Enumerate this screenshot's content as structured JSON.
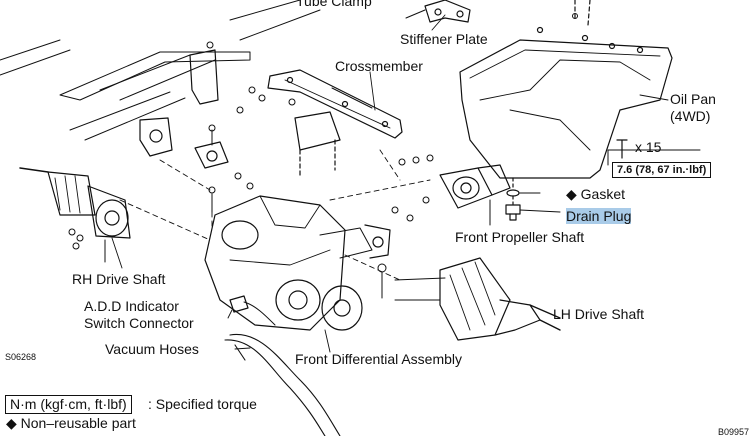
{
  "labels": {
    "tube_clamp": "Tube Clamp",
    "stiffener_plate": "Stiffener Plate",
    "crossmember": "Crossmember",
    "oil_pan_line1": "Oil Pan",
    "oil_pan_line2": "(4WD)",
    "x15": "x 15",
    "torque": "7.6 (78, 67 in.·lbf)",
    "gasket": "◆ Gasket",
    "drain_plug": "Drain Plug",
    "front_propeller_shaft": "Front Propeller Shaft",
    "rh_drive_shaft": "RH Drive Shaft",
    "add_line1": "A.D.D Indicator",
    "add_line2": "Switch Connector",
    "vacuum_hoses": "Vacuum Hoses",
    "front_diff": "Front Differential Assembly",
    "lh_drive_shaft": "LH Drive Shaft",
    "code_left": "S06268",
    "code_right": "B09957"
  },
  "legend": {
    "torque_unit": "N·m (kgf·cm, ft·lbf)",
    "torque_desc": ": Specified torque",
    "non_reusable": "◆ Non–reusable part"
  },
  "colors": {
    "highlight": "#a9cbe8",
    "line": "#111111"
  }
}
